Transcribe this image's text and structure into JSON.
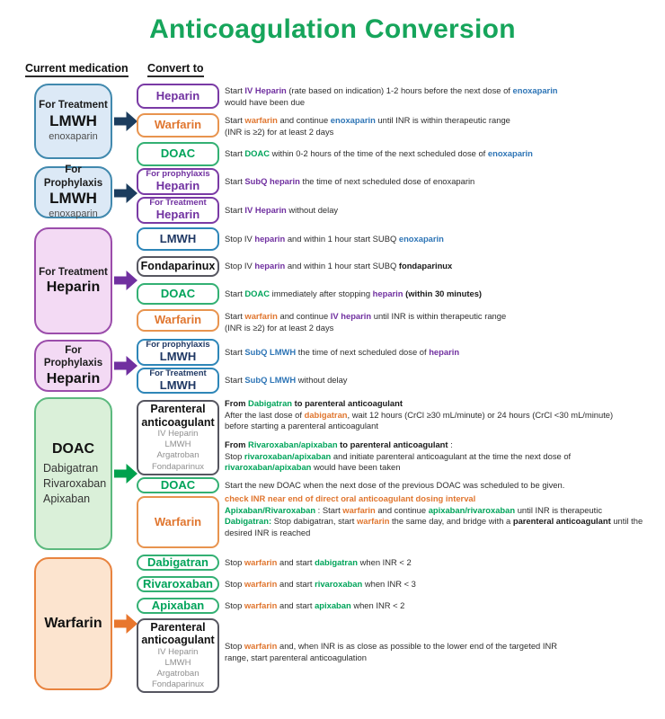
{
  "title": "Anticoagulation Conversion",
  "headers": {
    "current": "Current medication",
    "convert": "Convert to"
  },
  "palette": {
    "title_green": "#16a55b",
    "purple": "#7030a0",
    "blue": "#2e75b6",
    "navy_text": "#1f3864",
    "orange": "#e0762f",
    "green": "#00a45a",
    "navy_arrow": "#1c3d5e",
    "purple_arrow": "#7030a0",
    "green_arrow": "#00a14e",
    "orange_arrow": "#e8762d",
    "box_blue_fill": "#dce9f6",
    "box_pink_fill": "#f3daf4",
    "box_green_fill": "#daf0d9",
    "box_peach_fill": "#fce4cf"
  },
  "sections": [
    {
      "source": {
        "top": "For Treatment",
        "main": "LMWH",
        "sub": "enoxaparin"
      },
      "rows": [
        {
          "target": {
            "label": "Heparin"
          },
          "desc": [
            [
              [
                {
                  "t": "Start ",
                  "s": "n"
                },
                {
                  "t": "IV Heparin",
                  "s": "p"
                },
                {
                  "t": " (rate based on indication) 1-2 hours before the next dose of ",
                  "s": "n"
                },
                {
                  "t": "enoxaparin",
                  "s": "bl"
                }
              ],
              [
                {
                  "t": "would have been due",
                  "s": "n"
                }
              ]
            ]
          ]
        },
        {
          "target": {
            "label": "Warfarin"
          },
          "desc": [
            [
              [
                {
                  "t": "Start ",
                  "s": "n"
                },
                {
                  "t": "warfarin",
                  "s": "o"
                },
                {
                  "t": " and continue ",
                  "s": "n"
                },
                {
                  "t": "enoxaparin",
                  "s": "bl"
                },
                {
                  "t": " until INR is within therapeutic range",
                  "s": "n"
                }
              ],
              [
                {
                  "t": "(INR is ≥2) for at least 2 days",
                  "s": "n"
                }
              ]
            ]
          ]
        },
        {
          "target": {
            "label": "DOAC"
          },
          "desc": [
            [
              [
                {
                  "t": "Start ",
                  "s": "n"
                },
                {
                  "t": "DOAC",
                  "s": "g"
                },
                {
                  "t": " within 0-2 hours of the time of the next scheduled dose of ",
                  "s": "n"
                },
                {
                  "t": "enoxaparin",
                  "s": "bl"
                }
              ]
            ]
          ]
        }
      ]
    },
    {
      "source": {
        "top": "For Prophylaxis",
        "main": "LMWH",
        "sub": "enoxaparin"
      },
      "rows": [
        {
          "target": {
            "top": "For prophylaxis",
            "label": "Heparin"
          },
          "desc": [
            [
              [
                {
                  "t": "Start ",
                  "s": "n"
                },
                {
                  "t": "SubQ heparin",
                  "s": "p"
                },
                {
                  "t": " the time of next scheduled dose of enoxaparin",
                  "s": "n"
                }
              ]
            ]
          ]
        },
        {
          "target": {
            "top": "For Treatment",
            "label": "Heparin"
          },
          "desc": [
            [
              [
                {
                  "t": "Start ",
                  "s": "n"
                },
                {
                  "t": "IV Heparin",
                  "s": "p"
                },
                {
                  "t": " without delay",
                  "s": "n"
                }
              ]
            ]
          ]
        }
      ]
    },
    {
      "source": {
        "top": "For Treatment",
        "main": "Heparin"
      },
      "rows": [
        {
          "target": {
            "label": "LMWH"
          },
          "desc": [
            [
              [
                {
                  "t": "Stop IV ",
                  "s": "n"
                },
                {
                  "t": "heparin",
                  "s": "p"
                },
                {
                  "t": " and within 1 hour start SUBQ ",
                  "s": "n"
                },
                {
                  "t": "enoxaparin",
                  "s": "bl"
                }
              ]
            ]
          ]
        },
        {
          "target": {
            "label": "Fondaparinux"
          },
          "desc": [
            [
              [
                {
                  "t": "Stop IV ",
                  "s": "n"
                },
                {
                  "t": "heparin",
                  "s": "p"
                },
                {
                  "t": " and within 1 hour start SUBQ ",
                  "s": "n"
                },
                {
                  "t": "fondaparinux",
                  "s": "b"
                }
              ]
            ]
          ]
        },
        {
          "target": {
            "label": "DOAC"
          },
          "desc": [
            [
              [
                {
                  "t": "Start ",
                  "s": "n"
                },
                {
                  "t": "DOAC",
                  "s": "g"
                },
                {
                  "t": " immediately after stopping ",
                  "s": "n"
                },
                {
                  "t": "heparin",
                  "s": "p"
                },
                {
                  "t": " ",
                  "s": "n"
                },
                {
                  "t": "(within 30 minutes)",
                  "s": "b"
                }
              ]
            ]
          ]
        },
        {
          "target": {
            "label": "Warfarin"
          },
          "desc": [
            [
              [
                {
                  "t": "Start ",
                  "s": "n"
                },
                {
                  "t": "warfarin",
                  "s": "o"
                },
                {
                  "t": " and continue ",
                  "s": "n"
                },
                {
                  "t": "IV heparin",
                  "s": "p"
                },
                {
                  "t": " until INR is within therapeutic range",
                  "s": "n"
                }
              ],
              [
                {
                  "t": "(INR is ≥2) for at least 2 days",
                  "s": "n"
                }
              ]
            ]
          ]
        }
      ]
    },
    {
      "source": {
        "top": "For Prophylaxis",
        "main": "Heparin"
      },
      "rows": [
        {
          "target": {
            "top": "For prophylaxis",
            "label": "LMWH"
          },
          "desc": [
            [
              [
                {
                  "t": "Start ",
                  "s": "n"
                },
                {
                  "t": "SubQ LMWH",
                  "s": "bl"
                },
                {
                  "t": " the time of next scheduled dose of ",
                  "s": "n"
                },
                {
                  "t": "heparin",
                  "s": "p"
                }
              ]
            ]
          ]
        },
        {
          "target": {
            "top": "For Treatment",
            "label": "LMWH"
          },
          "desc": [
            [
              [
                {
                  "t": "Start ",
                  "s": "n"
                },
                {
                  "t": "SubQ LMWH",
                  "s": "bl"
                },
                {
                  "t": " without delay",
                  "s": "n"
                }
              ]
            ]
          ]
        }
      ]
    },
    {
      "source": {
        "main": "DOAC",
        "list": [
          "Dabigatran",
          "Rivaroxaban",
          "Apixaban"
        ]
      },
      "rows": [
        {
          "target": {
            "label": "Parenteral anticoagulant",
            "sub": [
              "IV Heparin",
              "LMWH",
              "Argatroban",
              "Fondaparinux"
            ]
          },
          "desc": [
            [
              [
                {
                  "t": "From ",
                  "s": "b"
                },
                {
                  "t": "Dabigatran",
                  "s": "g"
                },
                {
                  "t": " to parenteral anticoagulant",
                  "s": "b"
                }
              ],
              [
                {
                  "t": "After the last dose of ",
                  "s": "n"
                },
                {
                  "t": "dabigatran",
                  "s": "o"
                },
                {
                  "t": ", wait 12 hours (CrCl ≥30 mL/minute) or 24 hours (CrCl <30 mL/minute)",
                  "s": "n"
                }
              ],
              [
                {
                  "t": "before starting a parenteral anticoagulant",
                  "s": "n"
                }
              ]
            ],
            [
              [
                {
                  "t": "From ",
                  "s": "b"
                },
                {
                  "t": "Rivaroxaban/apixaban",
                  "s": "g"
                },
                {
                  "t": " to parenteral anticoagulant",
                  "s": "b"
                },
                {
                  "t": " :",
                  "s": "n"
                }
              ],
              [
                {
                  "t": "Stop ",
                  "s": "n"
                },
                {
                  "t": "rivaroxaban/apixaban",
                  "s": "g"
                },
                {
                  "t": " and initiate parenteral anticoagulant at the time the next dose of",
                  "s": "n"
                }
              ],
              [
                {
                  "t": "rivaroxaban/apixaban",
                  "s": "g"
                },
                {
                  "t": " would have been taken",
                  "s": "n"
                }
              ]
            ]
          ]
        },
        {
          "target": {
            "label": "DOAC"
          },
          "desc": [
            [
              [
                {
                  "t": "Start the new DOAC when the next dose of the previous DOAC was scheduled to be given.",
                  "s": "n"
                }
              ]
            ]
          ]
        },
        {
          "target": {
            "label": "Warfarin"
          },
          "desc": [
            [
              [
                {
                  "t": "check INR near end of direct oral anticoagulant dosing interval",
                  "s": "o"
                }
              ],
              [
                {
                  "t": "Apixaban/Rivaroxaban",
                  "s": "g"
                },
                {
                  "t": " : Start ",
                  "s": "n"
                },
                {
                  "t": "warfarin",
                  "s": "o"
                },
                {
                  "t": " and continue ",
                  "s": "n"
                },
                {
                  "t": "apixaban/rivaroxaban",
                  "s": "g"
                },
                {
                  "t": " until INR is therapeutic",
                  "s": "n"
                }
              ],
              [
                {
                  "t": "Dabigatran:",
                  "s": "g"
                },
                {
                  "t": "  Stop dabigatran, start ",
                  "s": "n"
                },
                {
                  "t": "warfarin",
                  "s": "o"
                },
                {
                  "t": " the same day, and bridge with a ",
                  "s": "n"
                },
                {
                  "t": "parenteral anticoagulant",
                  "s": "b"
                },
                {
                  "t": " until the",
                  "s": "n"
                }
              ],
              [
                {
                  "t": "desired INR is reached",
                  "s": "n"
                }
              ]
            ]
          ]
        }
      ]
    },
    {
      "source": {
        "main": "Warfarin"
      },
      "rows": [
        {
          "target": {
            "label": "Dabigatran"
          },
          "desc": [
            [
              [
                {
                  "t": "Stop ",
                  "s": "n"
                },
                {
                  "t": "warfarin",
                  "s": "o"
                },
                {
                  "t": " and start ",
                  "s": "n"
                },
                {
                  "t": "dabigatran",
                  "s": "g"
                },
                {
                  "t": " when INR < 2",
                  "s": "n"
                }
              ]
            ]
          ]
        },
        {
          "target": {
            "label": "Rivaroxaban"
          },
          "desc": [
            [
              [
                {
                  "t": "Stop ",
                  "s": "n"
                },
                {
                  "t": "warfarin",
                  "s": "o"
                },
                {
                  "t": " and start ",
                  "s": "n"
                },
                {
                  "t": "rivaroxaban",
                  "s": "g"
                },
                {
                  "t": " when INR < 3",
                  "s": "n"
                }
              ]
            ]
          ]
        },
        {
          "target": {
            "label": "Apixaban"
          },
          "desc": [
            [
              [
                {
                  "t": "Stop ",
                  "s": "n"
                },
                {
                  "t": "warfarin",
                  "s": "o"
                },
                {
                  "t": " and start ",
                  "s": "n"
                },
                {
                  "t": "apixaban",
                  "s": "g"
                },
                {
                  "t": " when INR < 2",
                  "s": "n"
                }
              ]
            ]
          ]
        },
        {
          "target": {
            "label": "Parenteral anticoagulant",
            "sub": [
              "IV Heparin",
              "LMWH",
              "Argatroban",
              "Fondaparinux"
            ]
          },
          "desc": [
            [
              [
                {
                  "t": "Stop ",
                  "s": "n"
                },
                {
                  "t": "warfarin",
                  "s": "o"
                },
                {
                  "t": " and, when INR is as close as possible to the lower end of the targeted INR",
                  "s": "n"
                }
              ],
              [
                {
                  "t": "range, start parenteral anticoagulation",
                  "s": "n"
                }
              ]
            ]
          ]
        }
      ]
    }
  ]
}
